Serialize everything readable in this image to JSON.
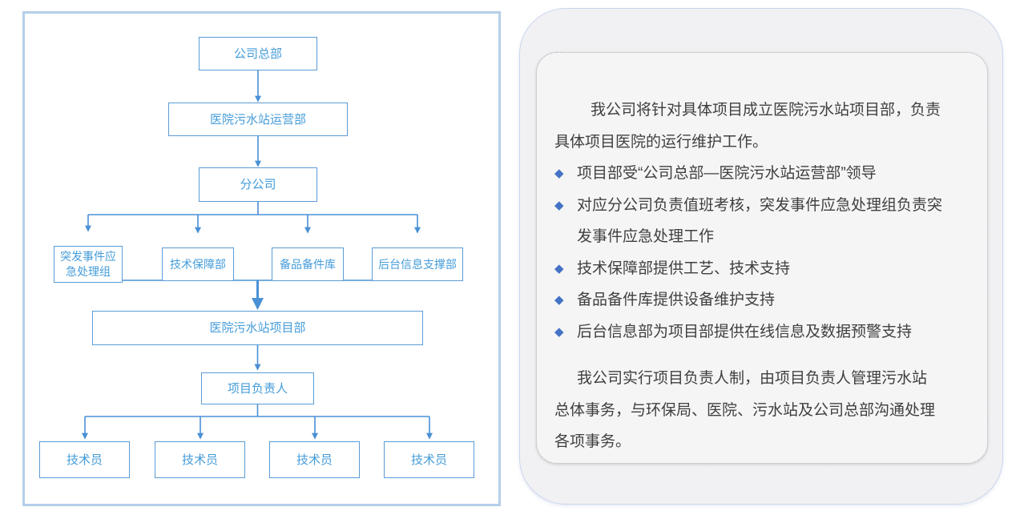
{
  "colors": {
    "panel_border": "#B5CFEA",
    "box_border": "#5B9BD5",
    "box_text": "#459CD9",
    "connector": "#4A90D6",
    "bullet": "#4472C4",
    "body_text": "#3F3F3F",
    "card_fill": "#F1F1F3"
  },
  "org_chart": {
    "hq": {
      "label": "公司总部"
    },
    "operations": {
      "label": "医院污水站运营部"
    },
    "branch": {
      "label": "分公司"
    },
    "emergency": {
      "lines": [
        "突发事件应",
        "急处理组"
      ]
    },
    "tech_support": {
      "label": "技术保障部"
    },
    "spare_parts": {
      "label": "备品备件库"
    },
    "backend_info": {
      "label": "后台信息支撑部"
    },
    "project_dept": {
      "label": "医院污水站项目部"
    },
    "project_leader": {
      "label": "项目负责人"
    },
    "technicians": [
      "技术员",
      "技术员",
      "技术员",
      "技术员"
    ]
  },
  "info_panel": {
    "paragraph1": {
      "lines": [
        "我公司将针对具体项目成立医院污水站项目部，负责",
        "具体项目医院的运行维护工作。"
      ]
    },
    "bullets": [
      {
        "marker": "◆",
        "lines": [
          "项目部受“公司总部—医院污水站运营部”领导"
        ]
      },
      {
        "marker": "◆",
        "lines": [
          "对应分公司负责值班考核，突发事件应急处理组负责突",
          "发事件应急处理工作"
        ]
      },
      {
        "marker": "◆",
        "lines": [
          "技术保障部提供工艺、技术支持"
        ]
      },
      {
        "marker": "◆",
        "lines": [
          "备品备件库提供设备维护支持"
        ]
      },
      {
        "marker": "◆",
        "lines": [
          "后台信息部为项目部提供在线信息及数据预警支持"
        ]
      }
    ],
    "paragraph2": {
      "lines": [
        "我公司实行项目负责人制，由项目负责人管理污水站",
        "总体事务，与环保局、医院、污水站及公司总部沟通处理",
        "各项事务。"
      ]
    }
  }
}
